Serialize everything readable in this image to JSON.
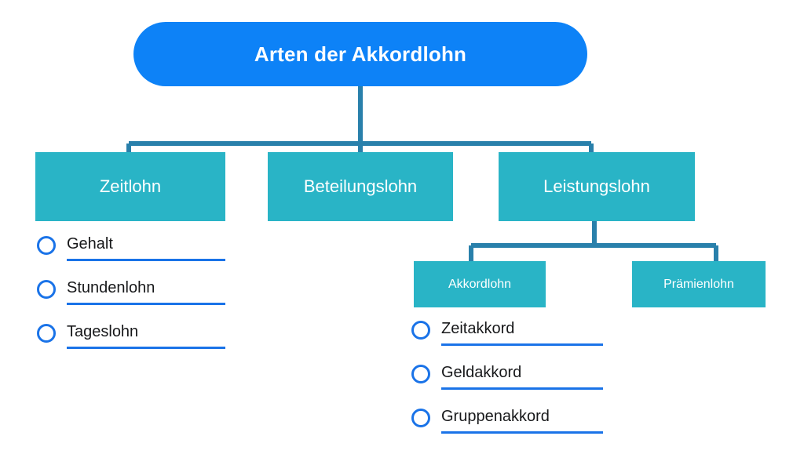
{
  "colors": {
    "root_fill": "#0d82f7",
    "box_fill": "#29b4c6",
    "connector": "#2980ab",
    "bullet_blue": "#1a73e8",
    "text_dark": "#17181a",
    "background": "#ffffff"
  },
  "diagram": {
    "type": "organizational-tree",
    "title": "Arten der Akkordlohn",
    "root": {
      "label": "Arten der Akkordlohn",
      "shape": "rounded-pill",
      "color": "#0d82f7"
    },
    "level2": [
      {
        "label": "Zeitlohn",
        "color": "#29b4c6"
      },
      {
        "label": "Beteilungslohn",
        "color": "#29b4c6"
      },
      {
        "label": "Leistungslohn",
        "color": "#29b4c6"
      }
    ],
    "level3": [
      {
        "label": "Akkordlohn",
        "color": "#29b4c6",
        "parent": "Leistungslohn"
      },
      {
        "label": "Prämienlohn",
        "color": "#29b4c6",
        "parent": "Leistungslohn"
      }
    ],
    "lists": {
      "zeitlohn": {
        "parent": "Zeitlohn",
        "items": [
          {
            "label": "Gehalt"
          },
          {
            "label": "Stundenlohn"
          },
          {
            "label": "Tageslohn"
          }
        ]
      },
      "akkordlohn": {
        "parent": "Akkordlohn",
        "items": [
          {
            "label": "Zeitakkord"
          },
          {
            "label": "Geldakkord"
          },
          {
            "label": "Gruppenakkord"
          }
        ]
      }
    }
  }
}
